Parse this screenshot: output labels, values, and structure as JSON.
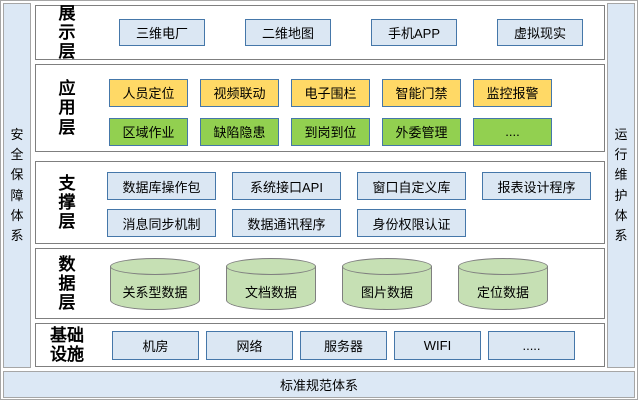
{
  "theme": {
    "page_border": "#a6a6a6",
    "panel_bg": "#dce8f5",
    "panel_border": "#a6a6a6",
    "band_border": "#7f7f7f",
    "box_blue_bg": "#dbe7f3",
    "box_border": "#4577a9",
    "box_yellow_bg": "#ffd966",
    "box_green_bg": "#92d050",
    "cylinder_bg": "#c6e0b4",
    "cylinder_border": "#7f7f7f",
    "text_color": "#000000"
  },
  "side_panels": {
    "left_label": "安全保障体系",
    "right_label": "运行维护体系"
  },
  "bottom_bar": {
    "label": "标准规范体系"
  },
  "layers": [
    {
      "label": "展示层",
      "items": [
        "三维电厂",
        "二维地图",
        "手机APP",
        "虚拟现实"
      ]
    },
    {
      "label": "应用层",
      "rows": [
        [
          "人员定位",
          "视频联动",
          "电子围栏",
          "智能门禁",
          "监控报警"
        ],
        [
          "区域作业",
          "缺陷隐患",
          "到岗到位",
          "外委管理",
          "...."
        ]
      ]
    },
    {
      "label": "支撑层",
      "rows": [
        [
          "数据库操作包",
          "系统接口API",
          "窗口自定义库",
          "报表设计程序"
        ],
        [
          "消息同步机制",
          "数据通讯程序",
          "身份权限认证"
        ]
      ]
    },
    {
      "label": "数据层",
      "items": [
        "关系型数据",
        "文档数据",
        "图片数据",
        "定位数据"
      ]
    },
    {
      "label": "基础设施",
      "items": [
        "机房",
        "网络",
        "服务器",
        "WIFI",
        "....."
      ]
    }
  ]
}
